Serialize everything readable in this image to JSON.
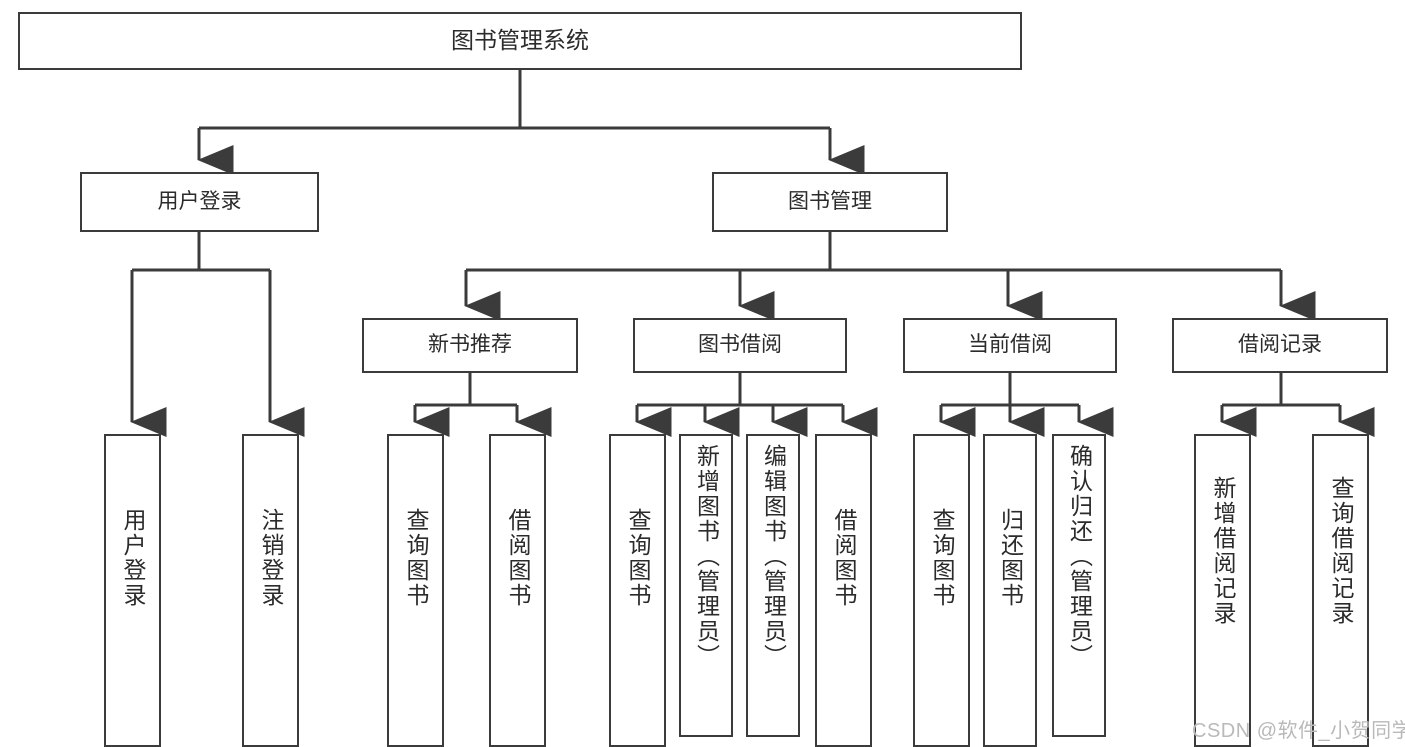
{
  "diagram": {
    "type": "tree",
    "title": "图书管理系统",
    "root": {
      "id": "root",
      "label": "图书管理系统"
    },
    "level2": [
      {
        "id": "user-login",
        "label": "用户登录"
      },
      {
        "id": "book-manage",
        "label": "图书管理"
      }
    ],
    "level3": [
      {
        "id": "new-book-recommend",
        "label": "新书推荐",
        "parent": "book-manage"
      },
      {
        "id": "book-borrow",
        "label": "图书借阅",
        "parent": "book-manage"
      },
      {
        "id": "current-borrow",
        "label": "当前借阅",
        "parent": "book-manage"
      },
      {
        "id": "borrow-record",
        "label": "借阅记录",
        "parent": "book-manage"
      }
    ],
    "leaves": [
      {
        "id": "leaf-user-login",
        "label": "用户登录",
        "parent": "user-login"
      },
      {
        "id": "leaf-user-logout",
        "label": "注销登录",
        "parent": "user-login"
      },
      {
        "id": "leaf-query-book-1",
        "label": "查询图书",
        "parent": "new-book-recommend"
      },
      {
        "id": "leaf-borrow-book-1",
        "label": "借阅图书",
        "parent": "new-book-recommend"
      },
      {
        "id": "leaf-query-book-2",
        "label": "查询图书",
        "parent": "book-borrow"
      },
      {
        "id": "leaf-add-book",
        "label": "新增图书（管理员）",
        "parent": "book-borrow"
      },
      {
        "id": "leaf-edit-book",
        "label": "编辑图书（管理员）",
        "parent": "book-borrow"
      },
      {
        "id": "leaf-borrow-book-2",
        "label": "借阅图书",
        "parent": "book-borrow"
      },
      {
        "id": "leaf-query-book-3",
        "label": "查询图书",
        "parent": "current-borrow"
      },
      {
        "id": "leaf-return-book",
        "label": "归还图书",
        "parent": "current-borrow"
      },
      {
        "id": "leaf-confirm-return",
        "label": "确认归还（管理员）",
        "parent": "current-borrow"
      },
      {
        "id": "leaf-add-record",
        "label": "新增借阅记录",
        "parent": "borrow-record"
      },
      {
        "id": "leaf-query-record",
        "label": "查询借阅记录",
        "parent": "borrow-record"
      }
    ],
    "colors": {
      "stroke": "#3b3b3b",
      "text": "#2b2b2b",
      "background": "#ffffff",
      "watermark": "#b9b9b9"
    }
  },
  "watermark": {
    "text": "CSDN @软件_小贺同学"
  }
}
